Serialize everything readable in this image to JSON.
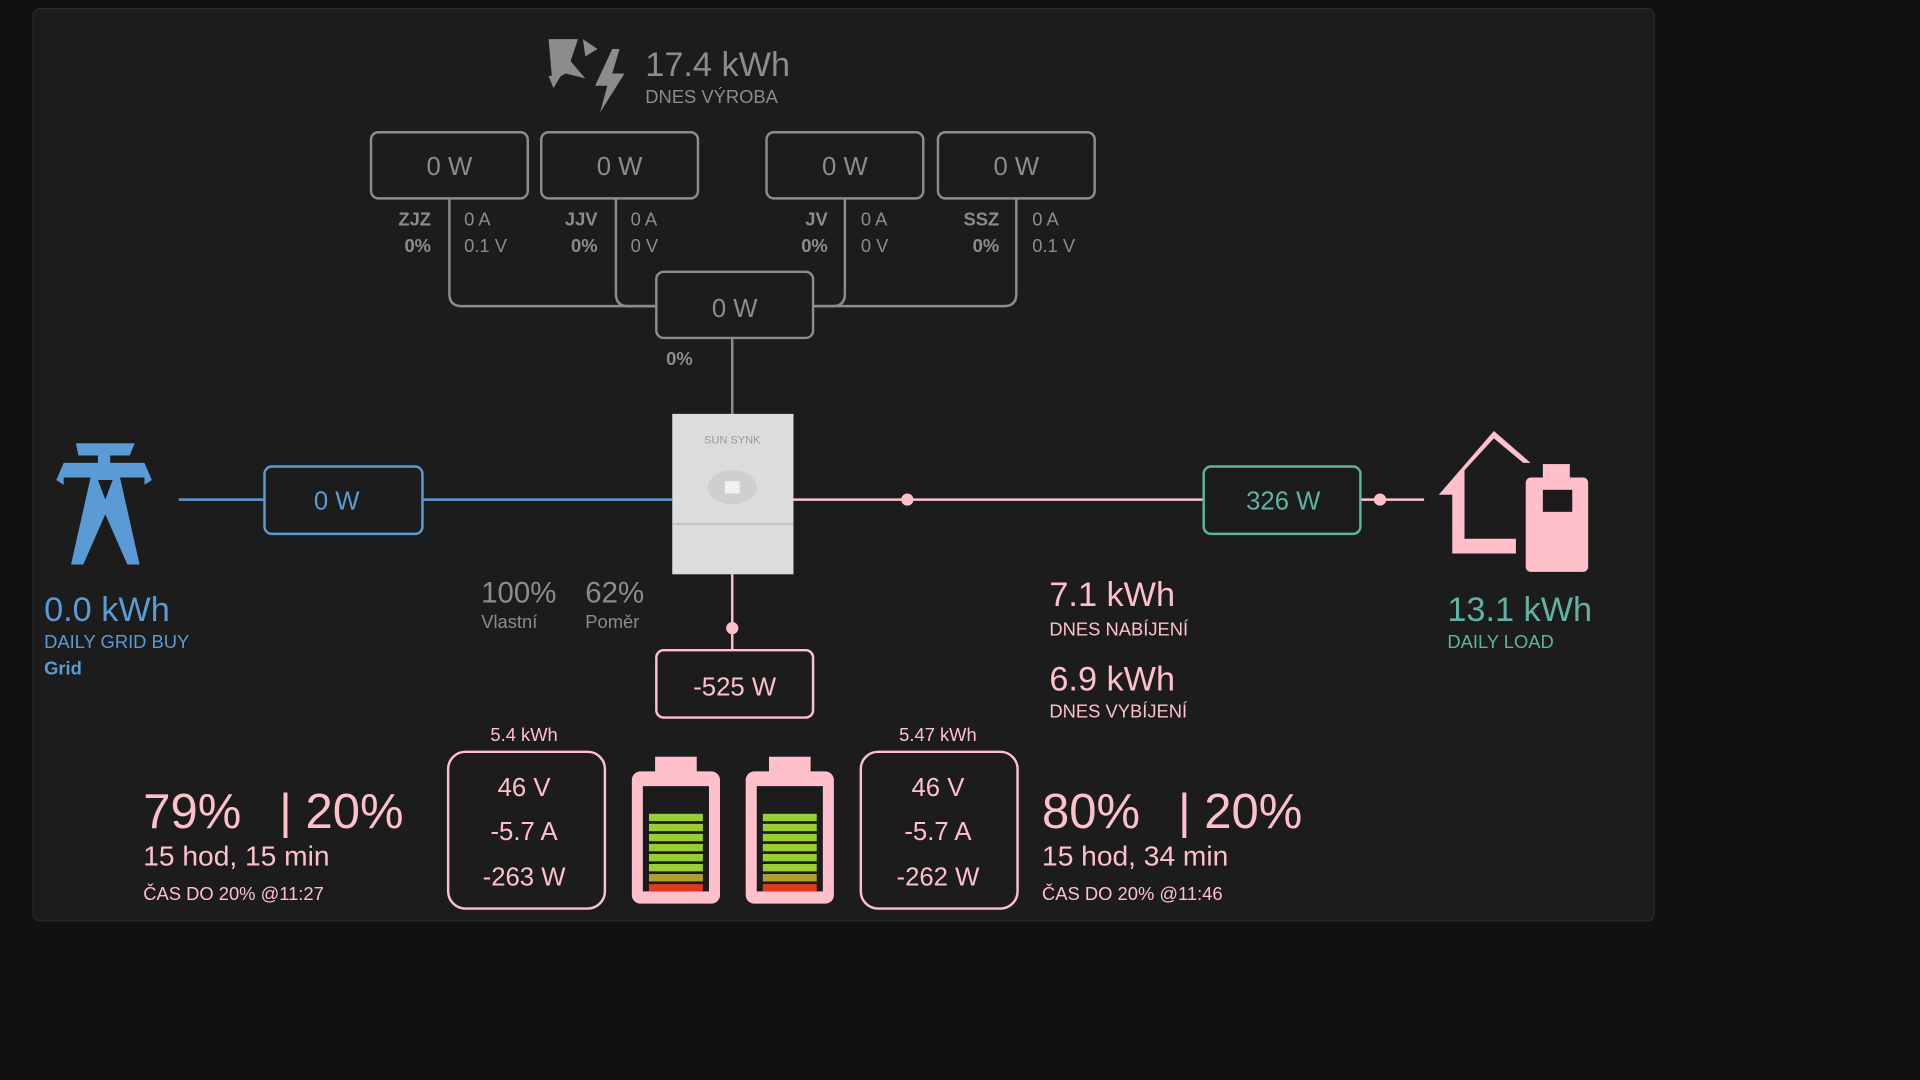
{
  "colors": {
    "background": "#111111",
    "card": "#1c1c1c",
    "solar": "#8c8c8c",
    "grid": "#5b9bd5",
    "battery": "#ffc0cb",
    "load": "#5fb3a3"
  },
  "solar": {
    "daily_value": "17.4 kWh",
    "daily_label": "DNES VÝROBA",
    "total_power": "0 W",
    "total_pct": "0%",
    "strings": [
      {
        "name": "ZJZ",
        "power": "0 W",
        "pct": "0%",
        "current": "0 A",
        "voltage": "0.1 V"
      },
      {
        "name": "JJV",
        "power": "0 W",
        "pct": "0%",
        "current": "0 A",
        "voltage": "0 V"
      },
      {
        "name": "JV",
        "power": "0 W",
        "pct": "0%",
        "current": "0 A",
        "voltage": "0 V"
      },
      {
        "name": "SSZ",
        "power": "0 W",
        "pct": "0%",
        "current": "0 A",
        "voltage": "0.1 V"
      }
    ]
  },
  "grid": {
    "power": "0 W",
    "daily_value": "0.0 kWh",
    "daily_label": "DAILY GRID BUY",
    "name": "Grid"
  },
  "inverter": {
    "brand": "SUN SYNK",
    "self_pct": "100%",
    "self_label": "Vlastní",
    "ratio_pct": "62%",
    "ratio_label": "Poměr"
  },
  "load": {
    "power": "326 W",
    "daily_value": "13.1 kWh",
    "daily_label": "DAILY LOAD"
  },
  "battery": {
    "power": "-525 W",
    "charge_value": "7.1 kWh",
    "charge_label": "DNES NABÍJENÍ",
    "discharge_value": "6.9 kWh",
    "discharge_label": "DNES VYBÍJENÍ",
    "packs": [
      {
        "energy": "5.4 kWh",
        "voltage": "46 V",
        "current": "-5.7 A",
        "power": "-263 W",
        "soc": "79%",
        "min_soc": "| 20%",
        "runtime": "15 hod, 15 min",
        "time_to": "ČAS DO 20% @11:27",
        "soc_fraction": 0.79
      },
      {
        "energy": "5.47 kWh",
        "voltage": "46 V",
        "current": "-5.7 A",
        "power": "-262 W",
        "soc": "80%",
        "min_soc": "| 20%",
        "runtime": "15 hod, 34 min",
        "time_to": "ČAS DO 20% @11:46",
        "soc_fraction": 0.8
      }
    ]
  }
}
